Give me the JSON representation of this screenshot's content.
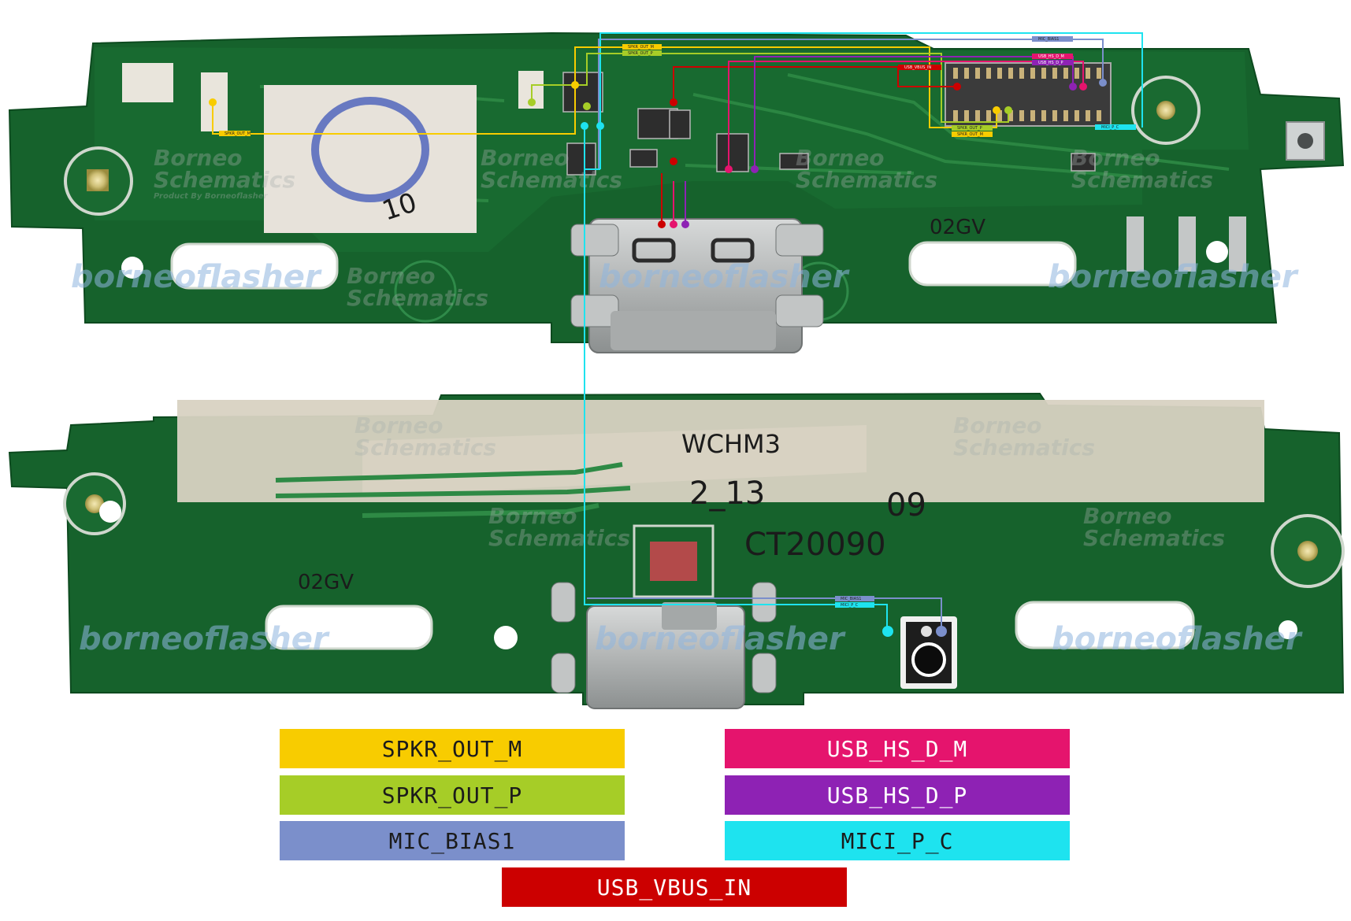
{
  "board": {
    "top_marking": "02GV",
    "bottom_marking": "02GV",
    "bottom_silkscreen": [
      "WCHM3",
      "2_13",
      "09",
      "CT20090"
    ],
    "sticker_text": "10"
  },
  "watermarks": {
    "brand_line1": "Borneo",
    "brand_line2": "Schematics",
    "brand_byline": "Product By Borneoflasher",
    "logo_text": "borneoflasher"
  },
  "tiny_labels": {
    "spkr_m_left": "SPKR_OUT_M",
    "spkr_m_top": "SPKR_OUT_M",
    "spkr_p_top": "SPKR_OUT_P",
    "mic_bias_top": "MIC_BIAS1",
    "usb_m_tag": "USB_HS_D_M",
    "usb_p_tag": "USB_HS_D_P",
    "vbus_tag": "USB_VBUS_IN",
    "spkr_p_conn": "SPKR_OUT_P",
    "spkr_m_conn": "SPKR_OUT_M",
    "micp_conn": "MICI_P_C",
    "mic_bias_bottom": "MIC_BIAS1",
    "micp_bottom": "MICI_P_C"
  },
  "legend": [
    {
      "label": "SPKR_OUT_M",
      "color": "#f8cc00"
    },
    {
      "label": "USB_HS_D_M",
      "color": "#e5146d"
    },
    {
      "label": "SPKR_OUT_P",
      "color": "#a6cd27"
    },
    {
      "label": "USB_HS_D_P",
      "color": "#8e22b4"
    },
    {
      "label": "MIC_BIAS1",
      "color": "#7b8fcb"
    },
    {
      "label": "MICI_P_C",
      "color": "#1ee3ef"
    },
    {
      "label": "USB_VBUS_IN",
      "color": "#cc0000"
    }
  ]
}
